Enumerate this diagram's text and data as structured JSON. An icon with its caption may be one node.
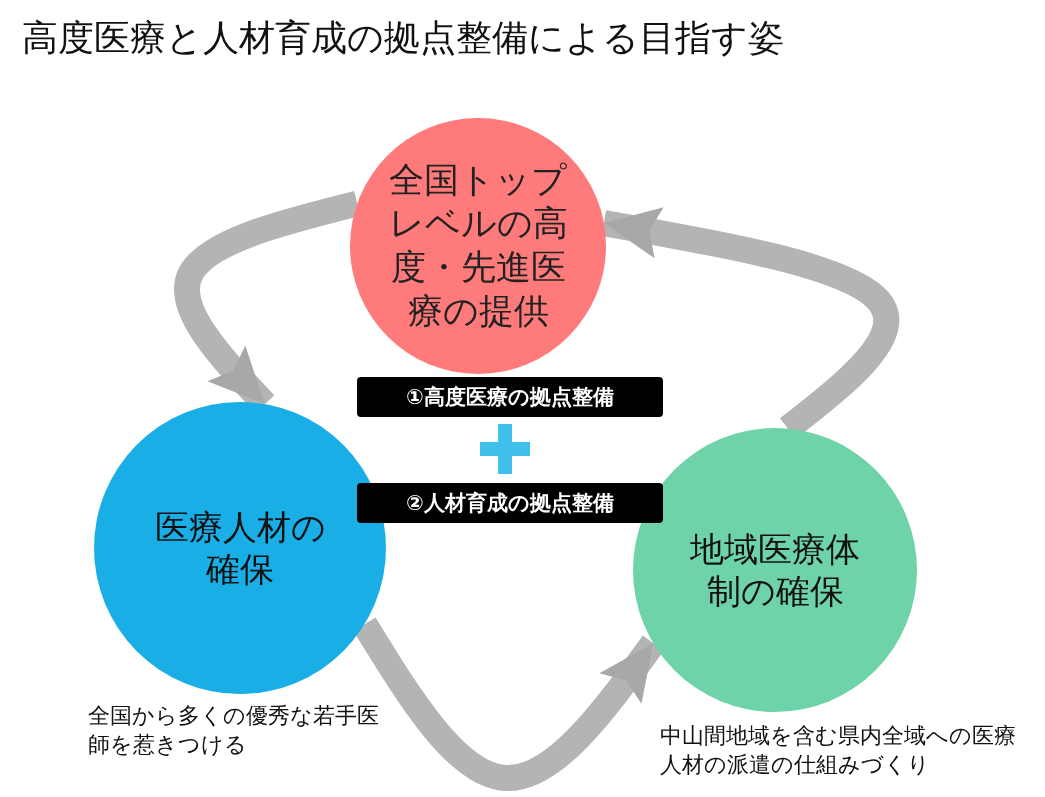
{
  "diagram": {
    "title": "高度医療と人材育成の拠点整備による目指す姿",
    "nodes": [
      {
        "text": [
          "全国トップレベルの高度・先進医療の提供"
        ]
      },
      {
        "text": [
          "医療人材の確保"
        ],
        "beside": [
          "全国から多くの優秀な若手医師を惹きつける"
        ]
      },
      {
        "text": [
          "地域医療体制の確保"
        ],
        "beside": [
          "中山間地域を含む県内全域への医療人材の派遣の仕組みづくり"
        ]
      },
      {
        "text": [
          "①高度医療の拠点整備"
        ]
      },
      {
        "text": [
          "②人材育成の拠点整備"
        ]
      }
    ],
    "edges": [
      {
        "from": 0,
        "to": 1,
        "arrow": "to"
      },
      {
        "from": 1,
        "to": 2,
        "arrow": "to"
      },
      {
        "from": 2,
        "to": 0,
        "arrow": "to"
      }
    ]
  }
}
